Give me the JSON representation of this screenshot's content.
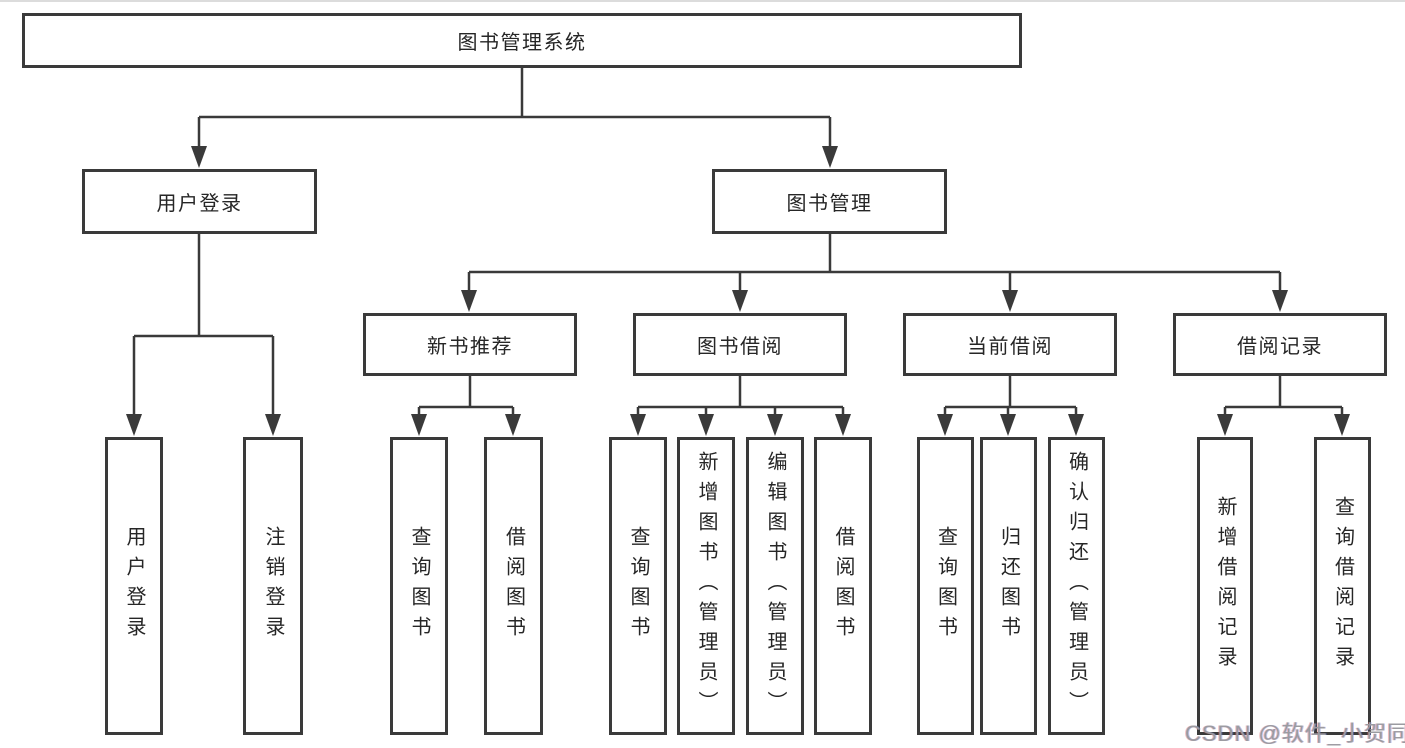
{
  "diagram_title": "图书管理系统",
  "nodes": {
    "root": {
      "label": "图书管理系统"
    },
    "level2": [
      {
        "label": "用户登录"
      },
      {
        "label": "图书管理"
      }
    ],
    "level3": [
      {
        "label": "新书推荐"
      },
      {
        "label": "图书借阅"
      },
      {
        "label": "当前借阅"
      },
      {
        "label": "借阅记录"
      }
    ],
    "leaves": [
      {
        "label": "用户登录"
      },
      {
        "label": "注销登录"
      },
      {
        "label": "查询图书"
      },
      {
        "label": "借阅图书"
      },
      {
        "label": "查询图书"
      },
      {
        "label": "新增图书（管理员）"
      },
      {
        "label": "编辑图书（管理员）"
      },
      {
        "label": "借阅图书"
      },
      {
        "label": "查询图书"
      },
      {
        "label": "归还图书"
      },
      {
        "label": "确认归还（管理员）"
      },
      {
        "label": "新增借阅记录"
      },
      {
        "label": "查询借阅记录"
      }
    ]
  },
  "watermark": "CSDN @软件_小贺同学",
  "colors": {
    "line": "#3a3a3a",
    "box_border": "#3a3a3a",
    "text": "#262626",
    "watermark": "#9b9ba1",
    "background": "#ffffff"
  }
}
